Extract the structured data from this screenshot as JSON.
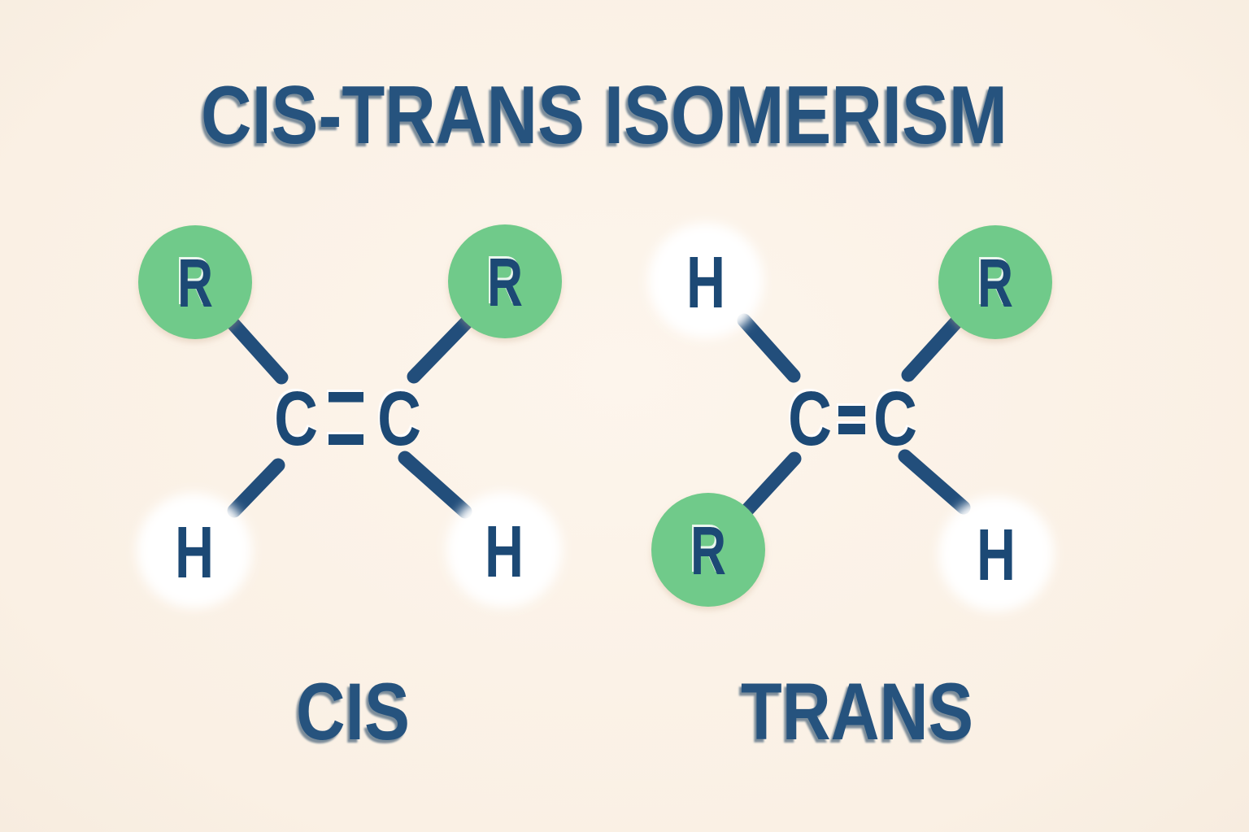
{
  "title": "CIS-TRANS ISOMERISM",
  "colors": {
    "background": "#fbf2e8",
    "green_circle": "#6fca8a",
    "white_circle": "#ffffff",
    "atom_text": "#1d4a74",
    "heading_text": "#26537e",
    "bond_line": "#224e7b"
  },
  "molecules": [
    {
      "label": "CIS",
      "carbons": {
        "left": "C",
        "right": "C"
      },
      "atoms": [
        {
          "symbol": "R",
          "circle_color": "green",
          "position": "top-left"
        },
        {
          "symbol": "R",
          "circle_color": "green",
          "position": "top-right"
        },
        {
          "symbol": "H",
          "circle_color": "white",
          "position": "bottom-left"
        },
        {
          "symbol": "H",
          "circle_color": "white",
          "position": "bottom-right"
        }
      ]
    },
    {
      "label": "TRANS",
      "carbons": {
        "left": "C",
        "right": "C"
      },
      "atoms": [
        {
          "symbol": "H",
          "circle_color": "white",
          "position": "top-left"
        },
        {
          "symbol": "R",
          "circle_color": "green",
          "position": "top-right"
        },
        {
          "symbol": "R",
          "circle_color": "green",
          "position": "bottom-left"
        },
        {
          "symbol": "H",
          "circle_color": "white",
          "position": "bottom-right"
        }
      ]
    }
  ]
}
